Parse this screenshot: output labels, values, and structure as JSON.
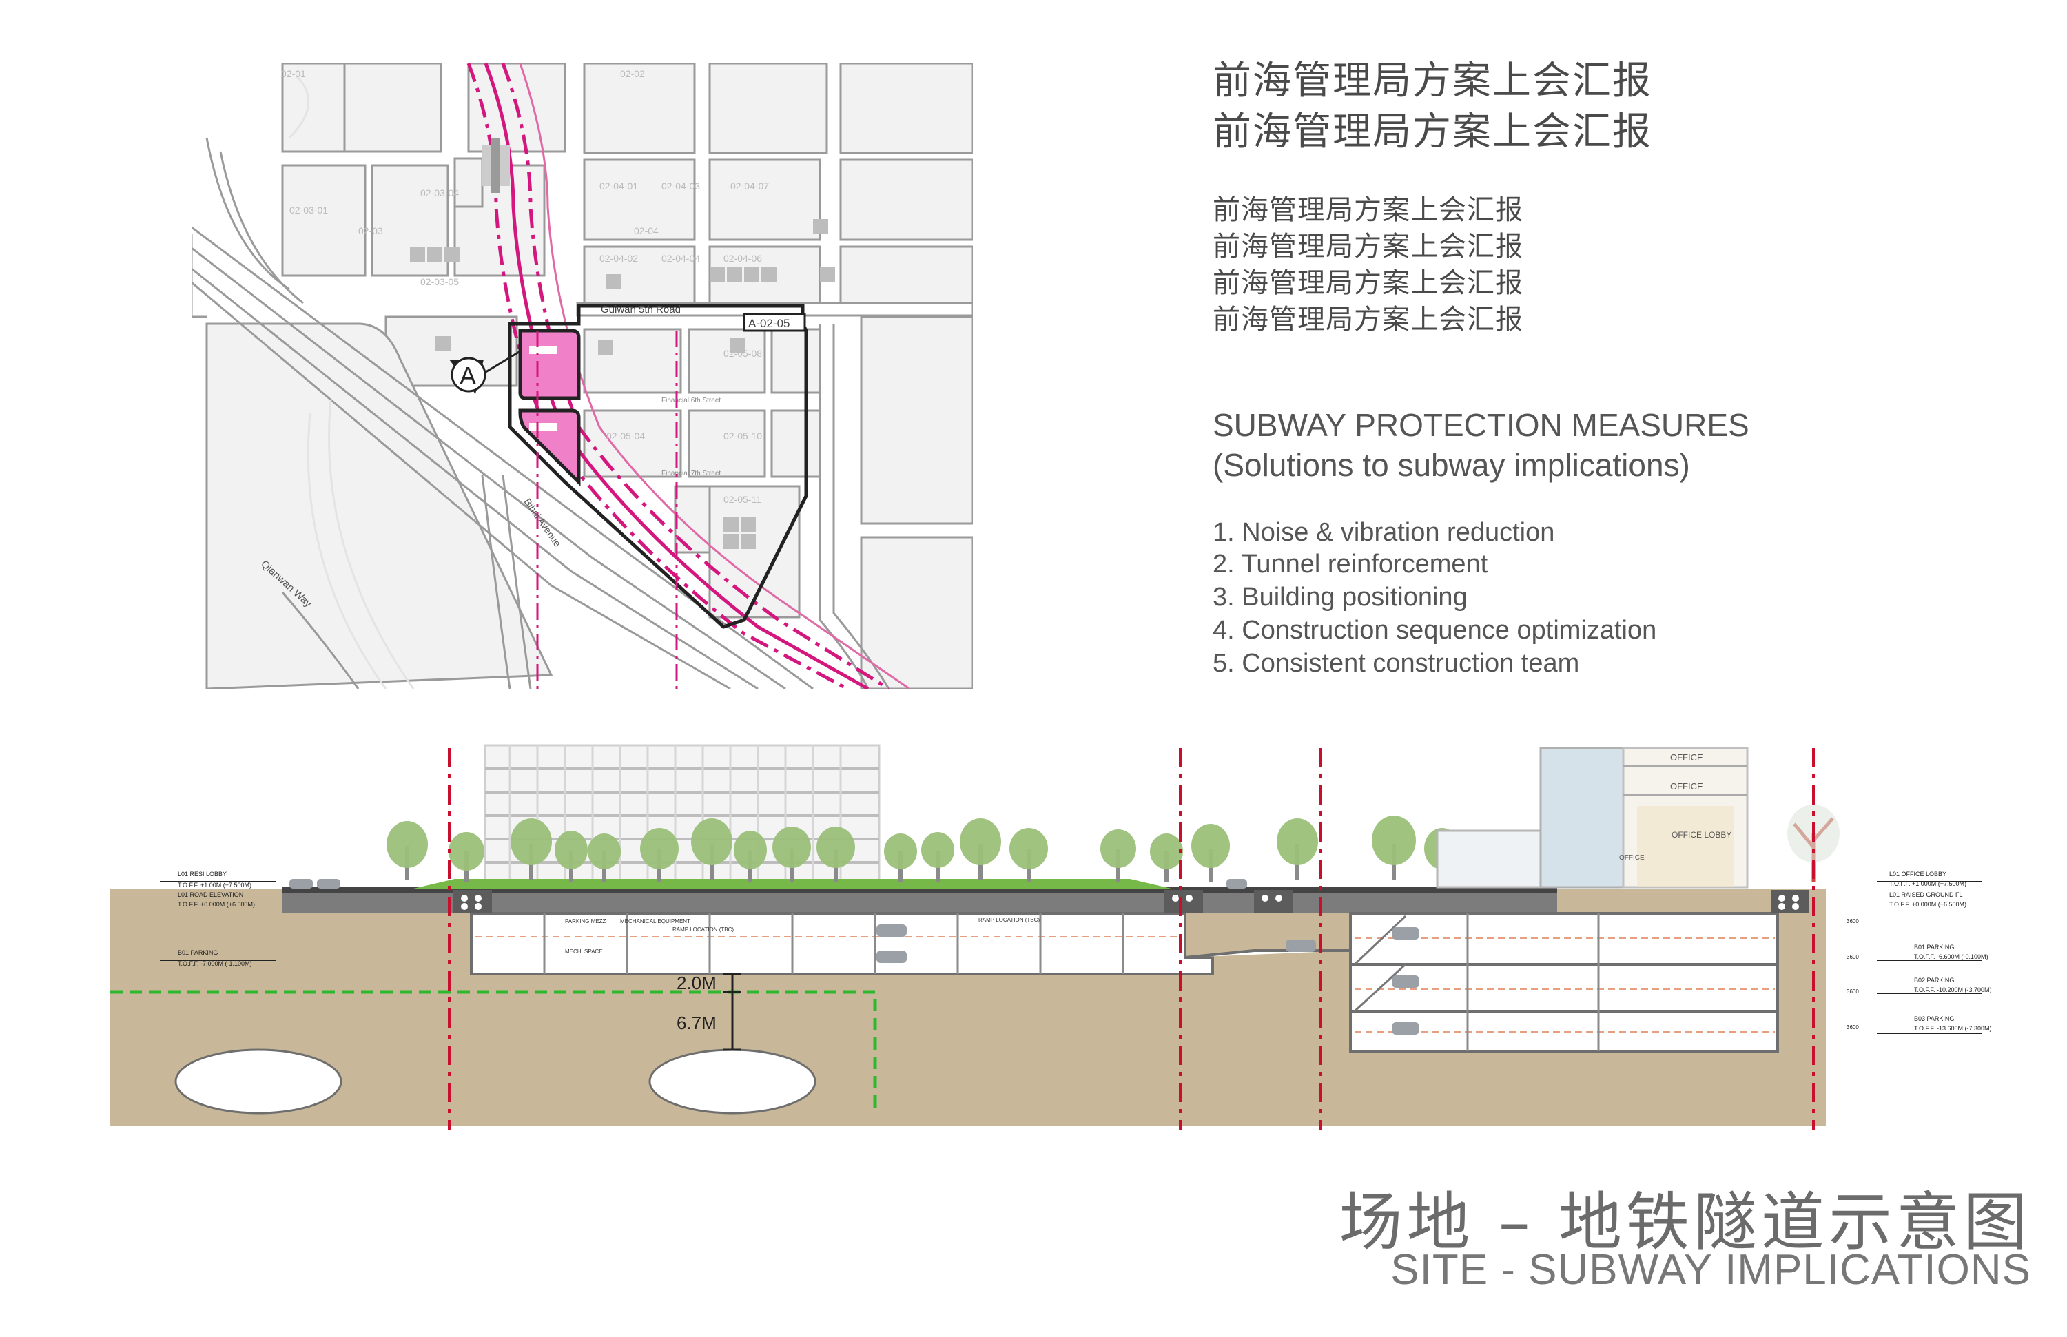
{
  "titles": {
    "cn_main": [
      "前海管理局方案上会汇报",
      "前海管理局方案上会汇报"
    ],
    "cn_sub": [
      "前海管理局方案上会汇报",
      "前海管理局方案上会汇报",
      "前海管理局方案上会汇报",
      "前海管理局方案上会汇报"
    ]
  },
  "measures": {
    "heading": "SUBWAY PROTECTION MEASURES",
    "subheading": "(Solutions to subway implications)",
    "items": [
      "1. Noise & vibration reduction",
      "2. Tunnel reinforcement",
      "3. Building positioning",
      "4. Construction sequence optimization",
      "5. Consistent construction team"
    ]
  },
  "site_plan": {
    "section_marker": "A",
    "roads": {
      "guiwan": "Guiwan 5th Road",
      "qianwan": "Qianwan Way",
      "bihai": "Bihai Avenue",
      "finance6": "Financial 6th Street",
      "finance7": "Financial 7th Street"
    },
    "parcel_tag": "A-02-05",
    "grid_labels": [
      "02-01",
      "02-02",
      "02-03",
      "02-03-01",
      "02-03-04",
      "02-04-01",
      "02-04-03",
      "02-04-07",
      "02-04",
      "02-03-05",
      "02-04-02",
      "02-04-04",
      "02-04-06",
      "02-05-04",
      "02-05-08",
      "02-05-10",
      "02-05-11"
    ]
  },
  "section": {
    "dim_upper": "2.0M",
    "dim_lower": "6.7M",
    "left_levels": [
      {
        "name": "L01 RESI LOBBY",
        "elev": "T.O.F.F. +1.00M (+7.500M)"
      },
      {
        "name": "L01 ROAD ELEVATION",
        "elev": "T.O.F.F. +0.000M (+6.500M)"
      },
      {
        "name": "B01 PARKING",
        "elev": "T.O.F.F. -7.000M (-1.100M)"
      }
    ],
    "right_levels": [
      {
        "name": "L01 OFFICE LOBBY",
        "elev": "T.O.F.F. +1.000M (+7.500M)"
      },
      {
        "name": "L01 RAISED GROUND FL",
        "elev": "T.O.F.F. +0.000M (+6.500M)"
      },
      {
        "name": "B01 PARKING",
        "elev": "T.O.F.F. -6.600M (-0.100M)"
      },
      {
        "name": "B02 PARKING",
        "elev": "T.O.F.F. -10.200M (-3.700M)"
      },
      {
        "name": "B03 PARKING",
        "elev": "T.O.F.F. -13.600M (-7.300M)"
      }
    ],
    "interior": {
      "parking_mezz": "PARKING MEZZ",
      "mech": "MECHANICAL EQUIPMENT",
      "ramp1": "RAMP LOCATION (TBC)",
      "ramp2": "RAMP LOCATION (TBC)",
      "mech_space": "MECH. SPACE",
      "office1": "OFFICE",
      "office2": "OFFICE",
      "office_lobby": "OFFICE LOBBY",
      "office_small": "OFFICE"
    },
    "dims_right": [
      "3600",
      "3600",
      "3600",
      "3600"
    ]
  },
  "footer": {
    "cn": "场地 – 地铁隧道示意图",
    "en": "SITE - SUBWAY IMPLICATIONS"
  },
  "colors": {
    "soil": "#c8b798",
    "metro": "#d4177e",
    "highlight": "#f080c8",
    "grass": "#76b948",
    "red_line": "#c8102e",
    "green_line": "#2eb82e"
  }
}
